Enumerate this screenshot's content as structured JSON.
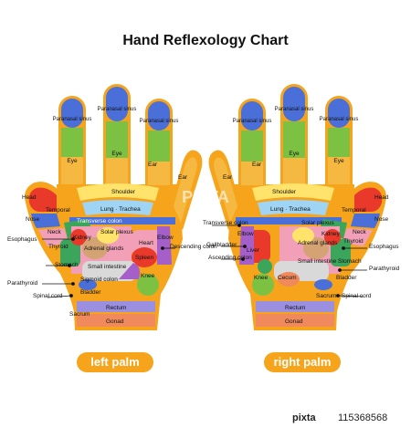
{
  "title": "Hand Reflexology Chart",
  "left_caption": "left palm",
  "right_caption": "right palm",
  "watermark": "PIXTA",
  "footer": {
    "brand": "pixta",
    "id": "115368568"
  },
  "colors": {
    "outline": "#f5a41c",
    "sinus": "#4a6fd8",
    "eye": "#7cc142",
    "ear": "#f5b942",
    "shoulder": "#ffe36a",
    "lung": "#9fd4f4",
    "pink": "#f2a0b8",
    "red": "#e8392b",
    "green": "#3ba55c",
    "purple": "#a45fc9",
    "rectum": "#9b8fe0",
    "gonad": "#f08a5d"
  },
  "left_labels": {
    "paranasal_sinus": "Paranasal sinus",
    "eye": "Eye",
    "ear": "Ear",
    "shoulder": "Shoulder",
    "lung": "Lung · Trachea",
    "head": "Head",
    "temporal": "Temporal",
    "nose": "Nose",
    "neck": "Neck",
    "transverse_colon": "Transverse colon",
    "kidney": "Kidney",
    "solar_plexus": "Solar plexus",
    "esophagus": "Esophagus",
    "thyroid": "Thyroid",
    "adrenal_glands": "Adrenal glands",
    "heart": "Heart",
    "elbow": "Elbow",
    "descending_colon": "Descending colon",
    "stomach": "Stomach",
    "small_intestine": "Small intestine",
    "spleen": "Spleen",
    "parathyroid": "Parathyroid",
    "sigmoid_colon": "Sigmoid colon",
    "knee": "Knee",
    "bladder": "Bladder",
    "spinal_cord": "Spinal cord",
    "sacrum": "Sacrum",
    "rectum": "Rectum",
    "gonad": "Gonad"
  },
  "right_labels": {
    "paranasal_sinus": "Paranasal sinus",
    "eye": "Eye",
    "ear": "Ear",
    "shoulder": "Shoulder",
    "lung": "Lung · Trachea",
    "head": "Head",
    "temporal": "Temporal",
    "nose": "Nose",
    "neck": "Neck",
    "transverse_colon": "Transverse colon",
    "solar_plexus": "Solar plexus",
    "elbow": "Elbow",
    "kidney": "Kidney",
    "esophagus": "Esophagus",
    "gallbladder": "Gallbladder",
    "liver": "Liver",
    "adrenal_glands": "Adrenal glands",
    "thyroid": "Thyroid",
    "ascending_colon": "Ascending colon",
    "small_intestine": "Small intestine",
    "stomach": "Stomach",
    "parathyroid": "Parathyroid",
    "knee": "Knee",
    "cecum": "Cecum",
    "bladder": "Bladder",
    "sacrum": "Sacrum",
    "spinal_cord": "Spinal cord",
    "rectum": "Rectum",
    "gonad": "Gonad"
  }
}
